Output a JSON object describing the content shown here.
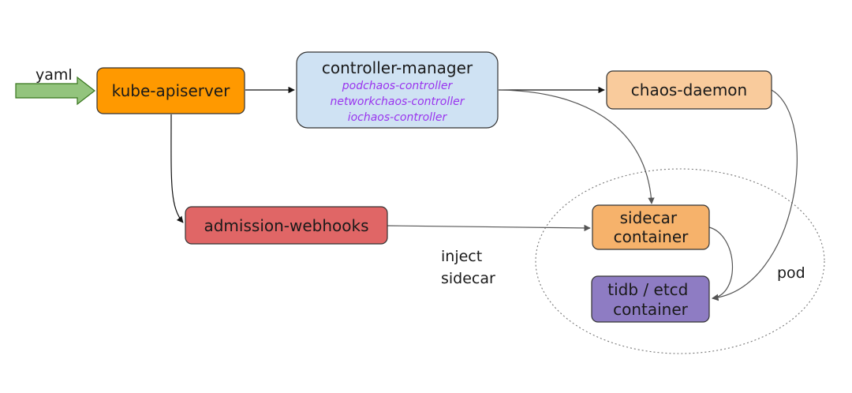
{
  "input_label": "yaml",
  "nodes": {
    "kube_apiserver": {
      "label": "kube-apiserver",
      "fill": "#ff9900",
      "stroke": "#333333"
    },
    "controller_manager": {
      "label": "controller-manager",
      "sub": [
        "podchaos-controller",
        "networkchaos-controller",
        "iochaos-controller"
      ],
      "fill": "#cfe2f3",
      "stroke": "#333333"
    },
    "chaos_daemon": {
      "label": "chaos-daemon",
      "fill": "#f9cb9c",
      "stroke": "#333333"
    },
    "admission_webhooks": {
      "label": "admission-webhooks",
      "fill": "#e06666",
      "stroke": "#333333"
    },
    "sidecar_container": {
      "label": [
        "sidecar",
        "container"
      ],
      "fill": "#f6b26b",
      "stroke": "#333333"
    },
    "tidb_container": {
      "label": [
        "tidb / etcd",
        "container"
      ],
      "fill": "#8e7cc3",
      "stroke": "#333333"
    }
  },
  "edge_label": [
    "inject",
    "sidecar"
  ],
  "group_label": "pod",
  "colors": {
    "input_arrow": "#93c47d",
    "sub_text": "#9933ee"
  }
}
